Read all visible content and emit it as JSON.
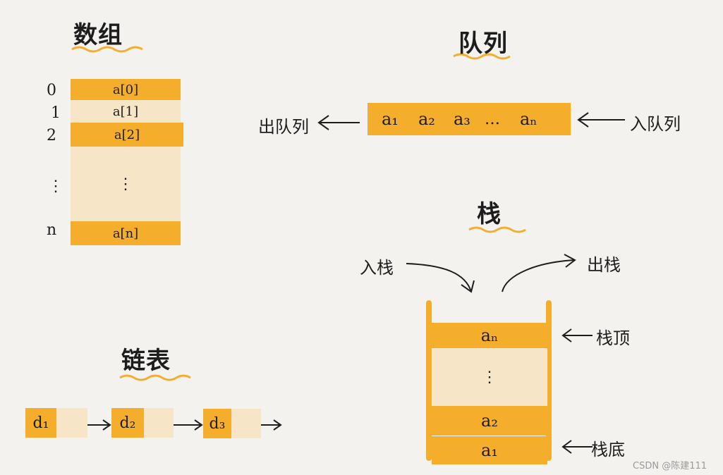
{
  "array": {
    "title": "数组",
    "indices": [
      "0",
      "1",
      "2",
      "⋮",
      "n"
    ],
    "cells": [
      "a[0]",
      "a[1]",
      "a[2]",
      "⋮",
      "a[n]"
    ]
  },
  "queue": {
    "title": "队列",
    "items": [
      "a₁",
      "a₂",
      "a₃",
      "…",
      "aₙ"
    ],
    "dequeue_label": "出队列",
    "enqueue_label": "入队列"
  },
  "stack": {
    "title": "栈",
    "push_label": "入栈",
    "pop_label": "出栈",
    "top_item": "aₙ",
    "middle": "⋮",
    "second_item": "a₂",
    "bottom_item": "a₁",
    "top_label": "栈顶",
    "bottom_label": "栈底"
  },
  "linked_list": {
    "title": "链表",
    "nodes": [
      "d₁",
      "d₂",
      "d₃"
    ]
  },
  "watermark": "CSDN @陈建111",
  "colors": {
    "accent": "#f5ad2c",
    "light": "#f7e5c8",
    "background": "#f3f2ef"
  }
}
